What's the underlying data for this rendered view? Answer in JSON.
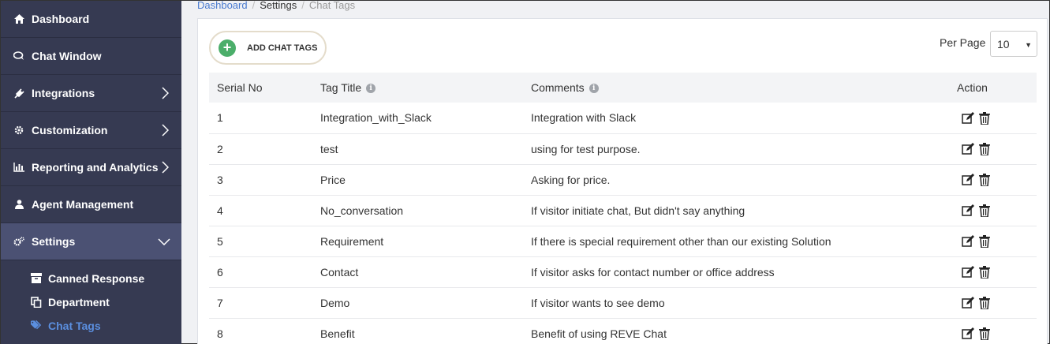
{
  "sidebar": {
    "items": [
      {
        "label": "Dashboard",
        "icon": "home-icon"
      },
      {
        "label": "Chat Window",
        "icon": "chat-icon"
      },
      {
        "label": "Integrations",
        "icon": "plug-icon"
      },
      {
        "label": "Customization",
        "icon": "gear-icon"
      },
      {
        "label": "Reporting and Analytics",
        "icon": "bar-chart-icon"
      },
      {
        "label": "Agent Management",
        "icon": "user-icon"
      },
      {
        "label": "Settings",
        "icon": "cogs-icon"
      }
    ],
    "sub_items": [
      {
        "label": "Canned Response",
        "icon": "archive-icon"
      },
      {
        "label": "Department",
        "icon": "copy-icon"
      },
      {
        "label": "Chat Tags",
        "icon": "tags-icon"
      }
    ]
  },
  "breadcrumb": {
    "home": "Dashboard",
    "section": "Settings",
    "current": "Chat Tags"
  },
  "toolbar": {
    "add_label": "ADD CHAT TAGS",
    "per_page_label": "Per Page",
    "per_page_value": "10"
  },
  "table": {
    "headers": {
      "serial": "Serial No",
      "title": "Tag Title",
      "comments": "Comments",
      "action": "Action"
    },
    "rows": [
      {
        "serial": "1",
        "title": "Integration_with_Slack",
        "comment": "Integration with Slack"
      },
      {
        "serial": "2",
        "title": "test",
        "comment": "using for test purpose."
      },
      {
        "serial": "3",
        "title": "Price",
        "comment": "Asking for price."
      },
      {
        "serial": "4",
        "title": "No_conversation",
        "comment": "If visitor initiate chat, But didn't say anything"
      },
      {
        "serial": "5",
        "title": "Requirement",
        "comment": "If there is special requirement other than our existing Solution"
      },
      {
        "serial": "6",
        "title": "Contact",
        "comment": "If visitor asks for contact number or office address"
      },
      {
        "serial": "7",
        "title": "Demo",
        "comment": "If visitor wants to see demo"
      },
      {
        "serial": "8",
        "title": "Benefit",
        "comment": "Benefit of using REVE Chat"
      }
    ]
  }
}
